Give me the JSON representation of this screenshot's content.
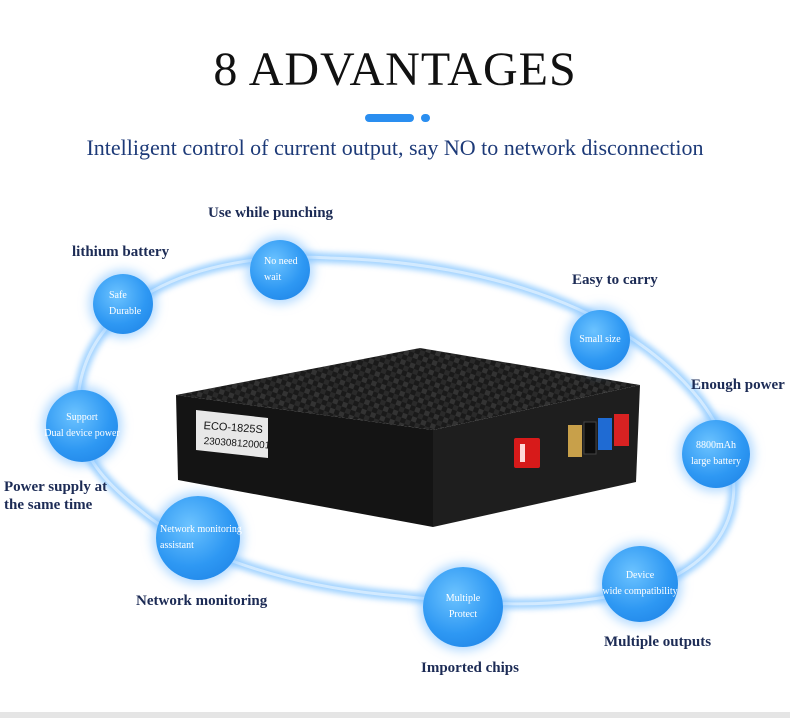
{
  "title": "8 ADVANTAGES",
  "subtitle": "Intelligent control of current output, say NO to network disconnection",
  "colors": {
    "accent": "#2a8ef0",
    "circle": "#2e98f3",
    "label_text": "#1c2b55"
  },
  "device": {
    "model": "ECO-1825S",
    "serial": "230308120001"
  },
  "features": [
    {
      "label": "Use while punching",
      "circle_lines": [
        "No need",
        "wait"
      ]
    },
    {
      "label": "lithium battery",
      "circle_lines": [
        "Safe",
        "Durable"
      ]
    },
    {
      "label": "Easy to carry",
      "circle_lines": [
        "Small size"
      ]
    },
    {
      "label": "Enough power",
      "circle_lines": [
        "8800mAh",
        "large battery"
      ]
    },
    {
      "label": "Power supply at the same time",
      "label_lines": [
        "Power supply at",
        "the same time"
      ],
      "circle_lines": [
        "Support",
        "Dual device power"
      ]
    },
    {
      "label": "Network monitoring",
      "circle_lines": [
        "Network monitoring",
        "assistant"
      ]
    },
    {
      "label": "Multiple outputs",
      "circle_lines": [
        "Device",
        "wide compatibility"
      ]
    },
    {
      "label": "Imported chips",
      "circle_lines": [
        "Multiple",
        "Protect"
      ]
    }
  ]
}
